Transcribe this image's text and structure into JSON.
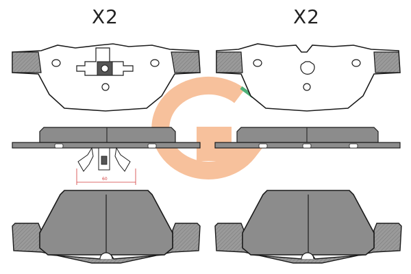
{
  "quantity_labels": {
    "left": "X2",
    "right": "X2"
  },
  "dimension_label": "60",
  "colors": {
    "pad_fill": "#8c8c8c",
    "outline": "#1a1a1a",
    "dimension": "#d23a3a",
    "logo_orange": "#f4a46e",
    "logo_green": "#3aa96a"
  },
  "views": [
    {
      "name": "outer-pad-back-view",
      "column": "left"
    },
    {
      "name": "inner-pad-back-view",
      "column": "right"
    },
    {
      "name": "outer-pad-side-view",
      "column": "left",
      "has_clip": true
    },
    {
      "name": "inner-pad-side-view",
      "column": "right",
      "has_clip": false
    },
    {
      "name": "outer-pad-friction-face",
      "column": "left"
    },
    {
      "name": "inner-pad-friction-face",
      "column": "right"
    }
  ]
}
